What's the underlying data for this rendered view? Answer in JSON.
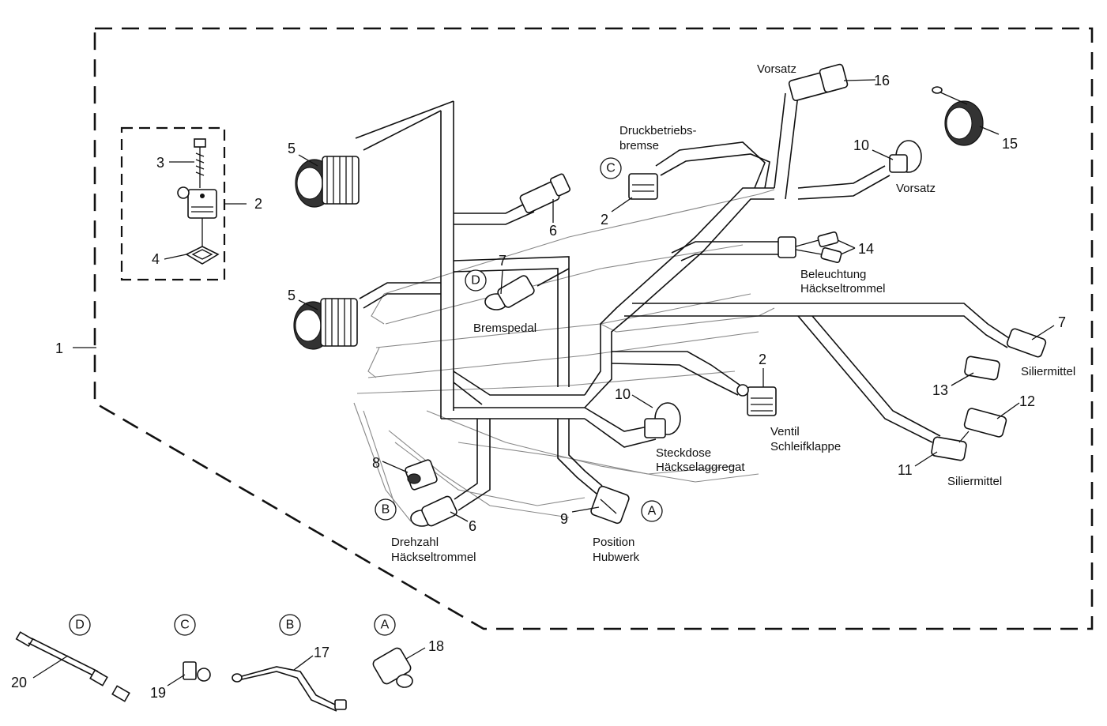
{
  "callouts": {
    "n1": "1",
    "n2a": "2",
    "n3": "3",
    "n4": "4",
    "n5a": "5",
    "n5b": "5",
    "n6a": "6",
    "n6b": "6",
    "n7a": "7",
    "n7b": "7",
    "n8": "8",
    "n9": "9",
    "n10a": "10",
    "n10b": "10",
    "n11": "11",
    "n12": "12",
    "n13": "13",
    "n14": "14",
    "n15": "15",
    "n16": "16",
    "n17": "17",
    "n18": "18",
    "n19": "19",
    "n20": "20",
    "n2b": "2",
    "n2c": "2"
  },
  "labels": {
    "vorsatz_top": "Vorsatz",
    "druck_1": "Druckbetriebs-",
    "druck_2": "bremse",
    "vorsatz_right": "Vorsatz",
    "beleuchtung_1": "Beleuchtung",
    "beleuchtung_2": "Häckseltrommel",
    "bremspedal": "Bremspedal",
    "siliermittel_a": "Siliermittel",
    "siliermittel_b": "Siliermittel",
    "ventil_1": "Ventil",
    "ventil_2": "Schleifklappe",
    "steckdose_1": "Steckdose",
    "steckdose_2": "Häckselaggregat",
    "drehzahl_1": "Drehzahl",
    "drehzahl_2": "Häckseltrommel",
    "position_1": "Position",
    "position_2": "Hubwerk"
  },
  "letters": {
    "c_main": "C",
    "d_main": "D",
    "b_main": "B",
    "a_main": "A",
    "d_bottom": "D",
    "c_bottom": "C",
    "b_bottom": "B",
    "a_bottom": "A"
  }
}
